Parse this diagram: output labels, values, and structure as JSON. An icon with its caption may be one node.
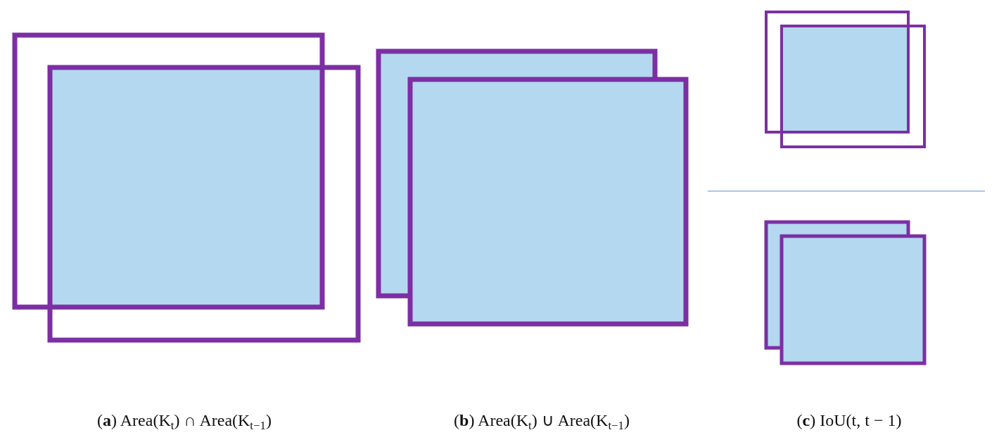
{
  "diagram": {
    "labels": [
      "(**a**) Area(K$_{t}$) ∩ Area(K$_{t−1}$)",
      "(**b**) Area(K$_{t}$) ∪ Area(K$_{t−1}$)",
      "(**c**) IoU(t, t − 1)"
    ]
  }
}
